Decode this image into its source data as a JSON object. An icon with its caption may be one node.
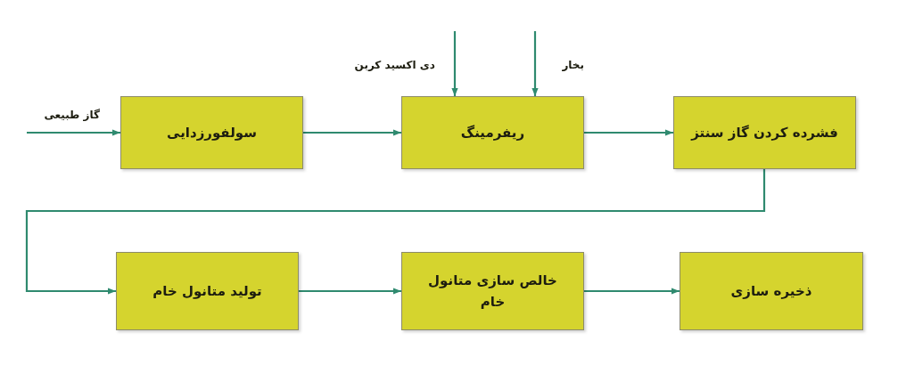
{
  "diagram": {
    "nodes": [
      {
        "text": [
          "سولفورزدایی"
        ]
      },
      {
        "text": [
          "ریفرمینگ"
        ]
      },
      {
        "text": [
          "فشرده کردن گاز سنتز"
        ]
      },
      {
        "text": [
          "تولید متانول خام"
        ]
      },
      {
        "text": [
          "خالص سازی متانول خام"
        ]
      },
      {
        "text": [
          "ذخیره سازی"
        ]
      }
    ],
    "edges": [
      {
        "from": null,
        "to": 0,
        "arrow": "to",
        "label": "گاز طبیعی"
      },
      {
        "from": 0,
        "to": 1,
        "arrow": "to"
      },
      {
        "from": 1,
        "to": 2,
        "arrow": "to"
      },
      {
        "from": 2,
        "to": 3,
        "arrow": "to"
      },
      {
        "from": 3,
        "to": 4,
        "arrow": "to"
      },
      {
        "from": 4,
        "to": 5,
        "arrow": "to"
      },
      {
        "from": null,
        "to": 1,
        "arrow": "to",
        "label": "دی اکسید کربن"
      },
      {
        "from": null,
        "to": 1,
        "arrow": "to",
        "label": "بخار"
      }
    ]
  }
}
